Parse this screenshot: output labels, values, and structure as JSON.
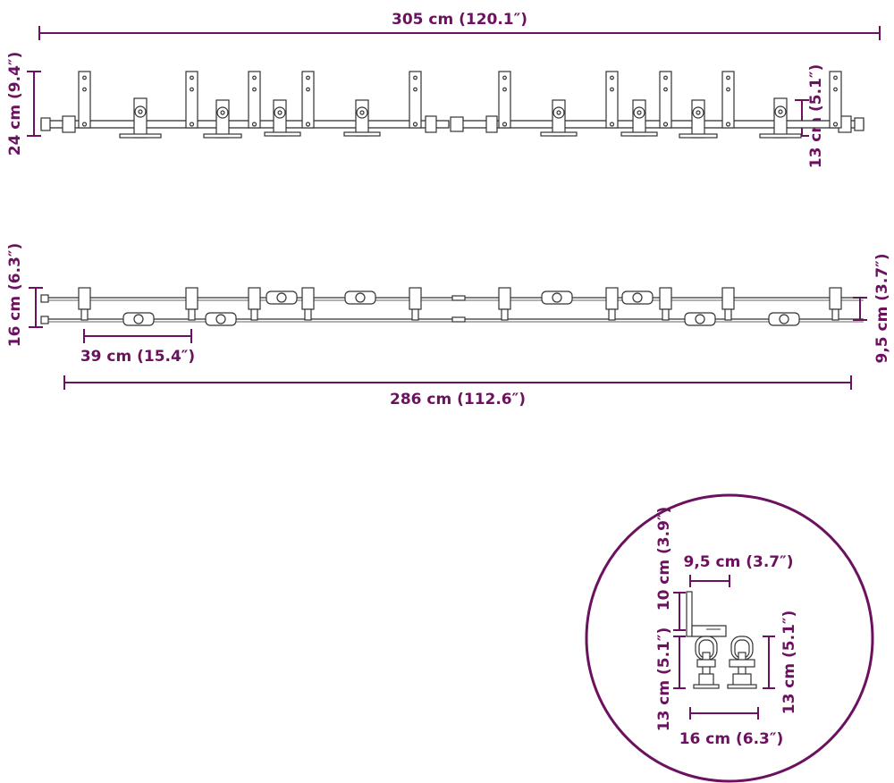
{
  "colors": {
    "dimension": "#6b1160",
    "line_art": "#333333",
    "background": "#ffffff"
  },
  "top_view": {
    "total_width": "305 cm (120.1″)",
    "height": "24 cm (9.4″)",
    "roller_height": "13 cm (5.1″)"
  },
  "bottom_view": {
    "height": "16 cm (6.3″)",
    "spacing": "39 cm (15.4″)",
    "total_width": "286 cm (112.6″)",
    "rail_gap": "9,5 cm (3.7″)"
  },
  "detail": {
    "depth": "9,5 cm (3.7″)",
    "bracket_height": "10 cm (3.9″)",
    "left_roller_height": "13 cm (5.1″)",
    "right_roller_height": "13 cm (5.1″)",
    "width": "16 cm (6.3″)"
  }
}
